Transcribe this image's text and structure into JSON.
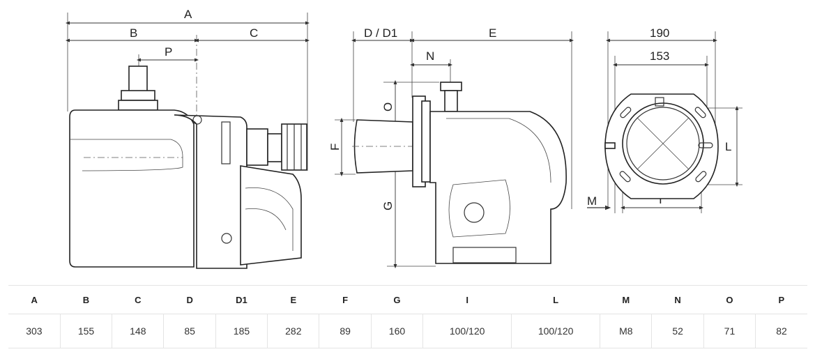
{
  "labels": {
    "a": "A",
    "b": "B",
    "c": "C",
    "p": "P",
    "d": "D / D1",
    "e": "E",
    "n": "N",
    "o": "O",
    "f": "F",
    "g": "G",
    "w190": "190",
    "w153": "153",
    "l": "L",
    "m": "M",
    "i": "I"
  },
  "table": {
    "headers": [
      "A",
      "B",
      "C",
      "D",
      "D1",
      "E",
      "F",
      "G",
      "I",
      "L",
      "M",
      "N",
      "O",
      "P"
    ],
    "values": [
      "303",
      "155",
      "148",
      "85",
      "185",
      "282",
      "89",
      "160",
      "100/120",
      "100/120",
      "M8",
      "52",
      "71",
      "82"
    ]
  }
}
